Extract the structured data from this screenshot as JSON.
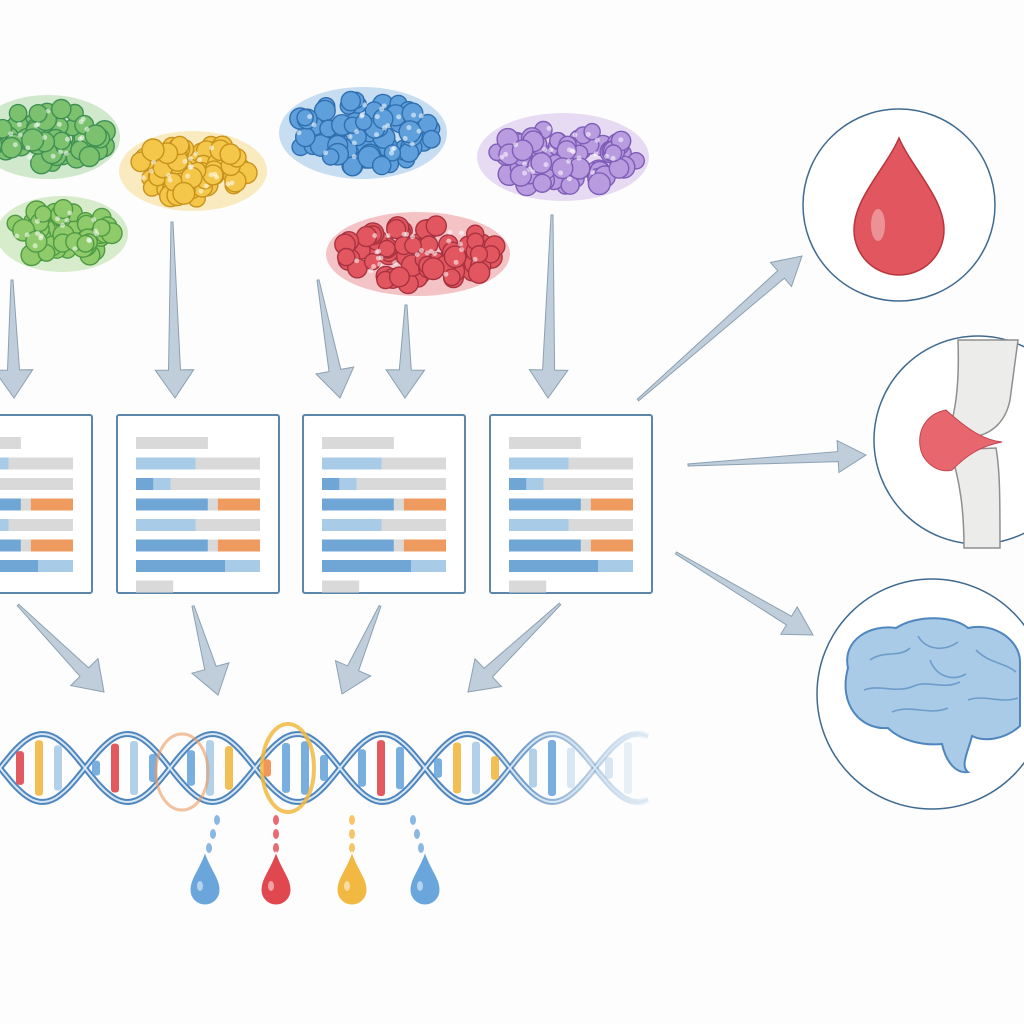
{
  "colors": {
    "background": "#fdfdfd",
    "arrow": "#a9bccb",
    "arrow_dark": "#7f97aa",
    "panel_border": "#5d87aa",
    "bar_blue": "#6fa6d6",
    "bar_light_blue": "#a8cbe8",
    "bar_orange": "#ef9a5f",
    "bar_gray": "#d9d9d9",
    "circle_border": "#3f6a8f",
    "dna_strand": "#4f86bd"
  },
  "cell_clusters": [
    {
      "id": "green-1",
      "color": "#7cc16e",
      "stroke": "#3f8f55"
    },
    {
      "id": "green-2",
      "color": "#8fcb6a",
      "stroke": "#4e9a45"
    },
    {
      "id": "yellow",
      "color": "#f4c64a",
      "stroke": "#c8931d"
    },
    {
      "id": "blue",
      "color": "#5fa0dc",
      "stroke": "#2f6fb0"
    },
    {
      "id": "red",
      "color": "#e2575f",
      "stroke": "#a83240"
    },
    {
      "id": "purple",
      "color": "#b99be0",
      "stroke": "#7d5db6"
    }
  ],
  "data_panels": [
    {
      "id": "panel-1"
    },
    {
      "id": "panel-2"
    },
    {
      "id": "panel-3"
    },
    {
      "id": "panel-4"
    }
  ],
  "outcome_icons": [
    {
      "id": "blood-drop-icon",
      "color": "#e2575f"
    },
    {
      "id": "joint-icon",
      "color": "#e8666e"
    },
    {
      "id": "brain-icon",
      "color": "#a9cbe8"
    }
  ],
  "dna_pendants": [
    {
      "color": "#6aa6dc"
    },
    {
      "color": "#e0474f"
    },
    {
      "color": "#f1b842"
    },
    {
      "color": "#6aa6dc"
    }
  ]
}
